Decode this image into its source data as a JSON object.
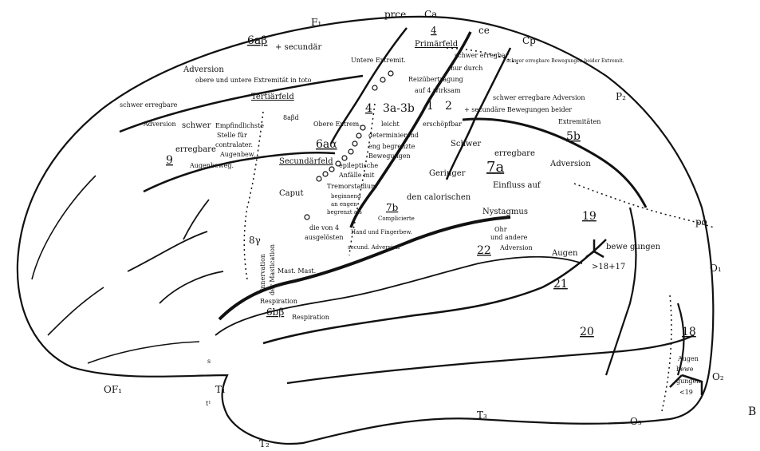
{
  "edge_labels": {
    "F1": "F₁",
    "prce": "prce",
    "Ca": "Ca",
    "ce": "ce",
    "Cp": "Cp",
    "P2": "P₂",
    "po": "po",
    "O1": "O₁",
    "O2": "O₂",
    "O3": "O₃",
    "T3": "T₃",
    "T2": "T₂",
    "T1": "T₁",
    "t1": "t¹",
    "s": "s",
    "OF1": "OF₁",
    "B": "B"
  },
  "area_numbers": {
    "a6ab": "6aβ",
    "a4": "4",
    "a3a3b": "3a-3b",
    "a1": "1",
    "a2": "2",
    "a8abd": "8aβd",
    "a9": "9",
    "a6aa": "6aα",
    "a7a": "7a",
    "a7b": "7b",
    "a5b": "5b",
    "a19": "19",
    "a22": "22",
    "a21": "21",
    "a20": "20",
    "a18": "18",
    "a8y": "8γ",
    "a6b": "6bβ"
  },
  "texts": {
    "secundaer": "+ secundär",
    "adversion1": "Adversion",
    "obere_untere": "obere und untere Extremität in toto",
    "primaerfeld": "Primärfeld",
    "untere_extremit": "Untere Extremit.",
    "schwer_erregbar1": "schwer erregbar",
    "nur_durch": "nur durch",
    "reizuebertragung": "Reizübertragung",
    "auf4wirksam": "auf 4 wirksam",
    "schwer_erregbare_bew": "schwer erregbare Bewegungen beider Extremit.",
    "tertiaerfeld": "Tertiärfeld",
    "schwer_erregbare2": "schwer erregbare",
    "adversion2": "Adversion",
    "schwer": "schwer",
    "erregbare": "erregbare",
    "augenbeweg": "Augenbeweg.",
    "empfindlichste": "Empfindlichste",
    "stelle_fur": "Stelle für",
    "contralater": "contralater.",
    "augenbew2": "Augenbew.",
    "obere_extrem": "Obere Extrem.",
    "secundaerfeld": "Secundärfeld",
    "caput": "Caput",
    "leicht": "leicht",
    "erschoepfbar": "erschöpfbar",
    "determinierend": "determinierend",
    "eng_begrenzte": "eng begrenzte",
    "bewegungen": "Bewegungen",
    "epileptische": "epileptische",
    "anfaelle_mit": "Anfälle mit",
    "tremorstadium": "Tremorstadium",
    "beginnend": "beginnend",
    "an_engen": "an engen",
    "begrenzt_als": "begrenzt als",
    "die_von4": "die von 4",
    "ausgeloesten": "ausgelösten",
    "complicierte": "Complicierte",
    "hand_und_finger": "Hand und Fingerbew.",
    "secund_adversion": "secund. Adversion",
    "schwer_erregbare_adv": "schwer erregbare Adversion",
    "sek_bew_beider": "+ secundäre Bewegungen beider",
    "extremitaeten": "Extremitäten",
    "schwer_cap": "Schwer",
    "erregbare_cap": "erregbare",
    "adversion3": "Adversion",
    "geringer": "Geringer",
    "einfluss_auf": "Einfluss auf",
    "den_calorischen": "den calorischen",
    "nystagmus": "Nystagmus",
    "ohr": "Ohr",
    "und_andere": "und andere",
    "adversion4": "Adversion",
    "augen": "Augen",
    "bewegungen2": "bewe gungen",
    "gt1817": ">18+17",
    "augen2": "Augen",
    "bewe": "bewe",
    "gungen": "gungen",
    "lt19": "<19",
    "innervation": "Innervation",
    "der_mastication": "der Mastication",
    "mast_mast": "Mast.  Mast.",
    "respiration1": "Respiration",
    "respiration2": "Respiration"
  }
}
